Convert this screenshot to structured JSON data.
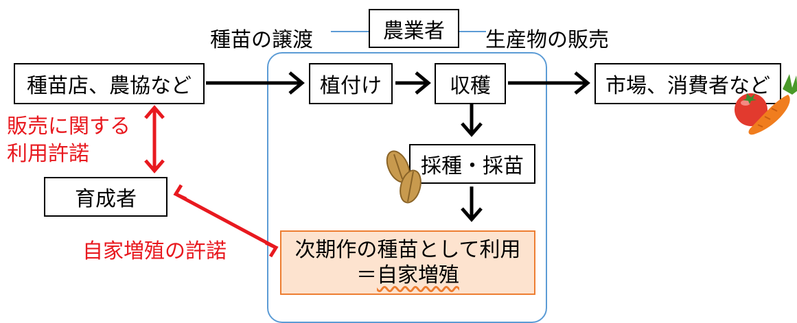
{
  "farmer_frame": {
    "title": "農業者",
    "left_label": "種苗の譲渡",
    "right_label": "生産物の販売"
  },
  "nodes": {
    "seed_shop": "種苗店、農協など",
    "planting": "植付け",
    "harvest": "収穫",
    "market": "市場、消費者など",
    "seed_collection": "採種・採苗",
    "breeder": "育成者",
    "next_crop_line1": "次期作の種苗として利用",
    "next_crop_line2": "＝自家増殖"
  },
  "labels": {
    "sales_permission_line1": "販売に関する",
    "sales_permission_line2": "利用許諾",
    "self_propagation_permission": "自家増殖の許諾"
  },
  "icons": [
    "vegetables-icon",
    "seeds-icon"
  ],
  "colors": {
    "frame_blue": "#5b9bd5",
    "accent_red": "#e8191f",
    "box_fill_orange": "#fde3cf",
    "box_border_orange": "#ed7d31"
  }
}
